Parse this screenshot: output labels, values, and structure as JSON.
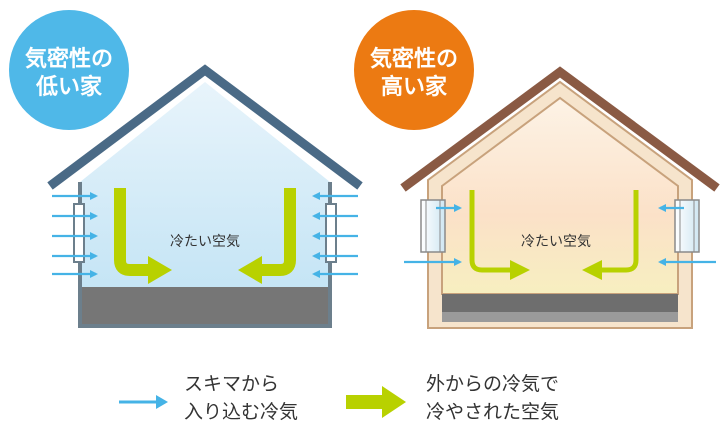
{
  "left_house": {
    "badge_line1": "気密性の",
    "badge_line2": "低い家",
    "badge_color": "#4fb8e8",
    "roof_color": "#4a6a86",
    "inner_air_label": "冷たい空気"
  },
  "right_house": {
    "badge_line1": "気密性の",
    "badge_line2": "高い家",
    "badge_color": "#ec7a12",
    "roof_color": "#8a5a44",
    "inner_air_label": "冷たい空気"
  },
  "legend": {
    "blue_arrow_label_line1": "スキマから",
    "blue_arrow_label_line2": "入り込む冷気",
    "green_arrow_label_line1": "外からの冷気で",
    "green_arrow_label_line2": "冷やされた空気",
    "blue_color": "#45b3e6",
    "green_color": "#b8d100"
  }
}
